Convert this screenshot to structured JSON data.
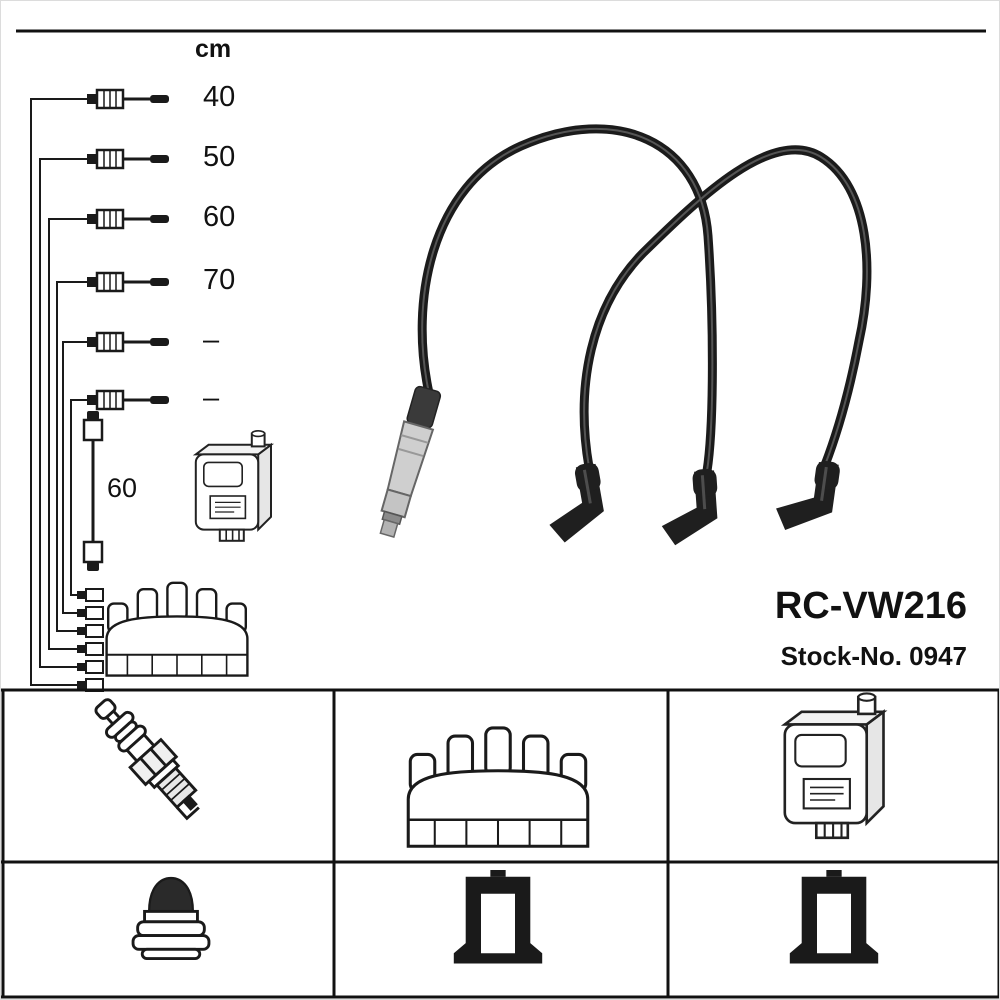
{
  "colors": {
    "ink": "#1a1a1a",
    "background": "#ffffff",
    "cable": "#1b1b1b",
    "boot_gray": "#cfcfcf"
  },
  "header": {
    "unit_label": "cm"
  },
  "length_table": {
    "rows": [
      {
        "value": "40"
      },
      {
        "value": "50"
      },
      {
        "value": "60"
      },
      {
        "value": "70"
      },
      {
        "value": "–"
      },
      {
        "value": "–"
      }
    ]
  },
  "coil_cable": {
    "length_label": "60"
  },
  "product": {
    "code": "RC-VW216",
    "stock": "Stock-No. 0947"
  },
  "parts_grid": {
    "cells": [
      {
        "icon": "spark-plug"
      },
      {
        "icon": "distributor-cap"
      },
      {
        "icon": "ignition-coil"
      },
      {
        "icon": "connector-boot"
      },
      {
        "icon": "mounting-bracket"
      },
      {
        "icon": "mounting-bracket"
      }
    ]
  }
}
